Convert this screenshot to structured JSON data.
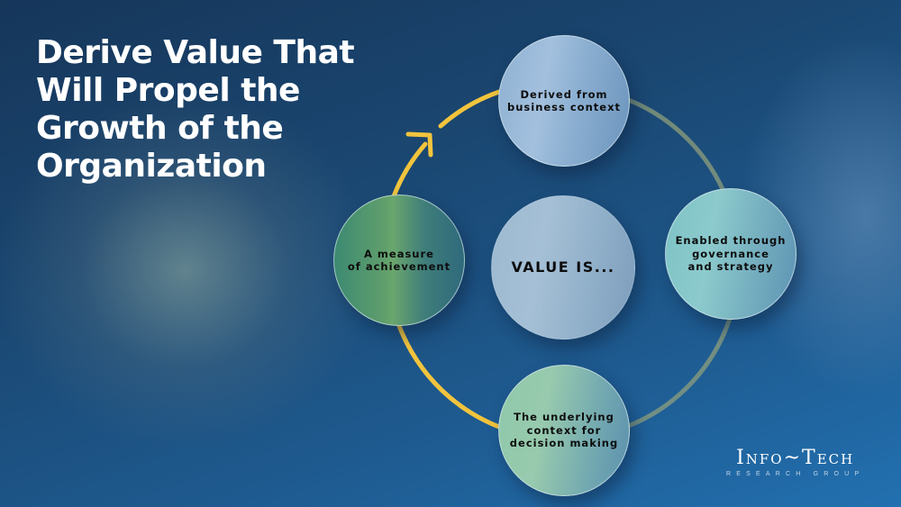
{
  "slide": {
    "title_lines": [
      "Derive Value That",
      "Will Propel the",
      "Growth of the",
      "Organization"
    ]
  },
  "diagram": {
    "center": {
      "label": "VALUE IS..."
    },
    "nodes": [
      {
        "position": "top",
        "lines": [
          "Derived from",
          "business context"
        ]
      },
      {
        "position": "right",
        "lines": [
          "Enabled through",
          "governance",
          "and strategy"
        ]
      },
      {
        "position": "bottom",
        "lines": [
          "The underlying",
          "context for",
          "decision making"
        ]
      },
      {
        "position": "left",
        "lines": [
          "A measure",
          "of achievement"
        ]
      }
    ],
    "cycle_arrow": {
      "icon": "arrow-up-right-icon",
      "direction": "clockwise",
      "color": "#f2c43d"
    }
  },
  "colors": {
    "accent_yellow": "#f2c43d",
    "ring_faded": "#8a9a78",
    "title_text": "#ffffff"
  },
  "logo": {
    "brand": "Info~Tech",
    "subtitle": "RESEARCH GROUP"
  }
}
